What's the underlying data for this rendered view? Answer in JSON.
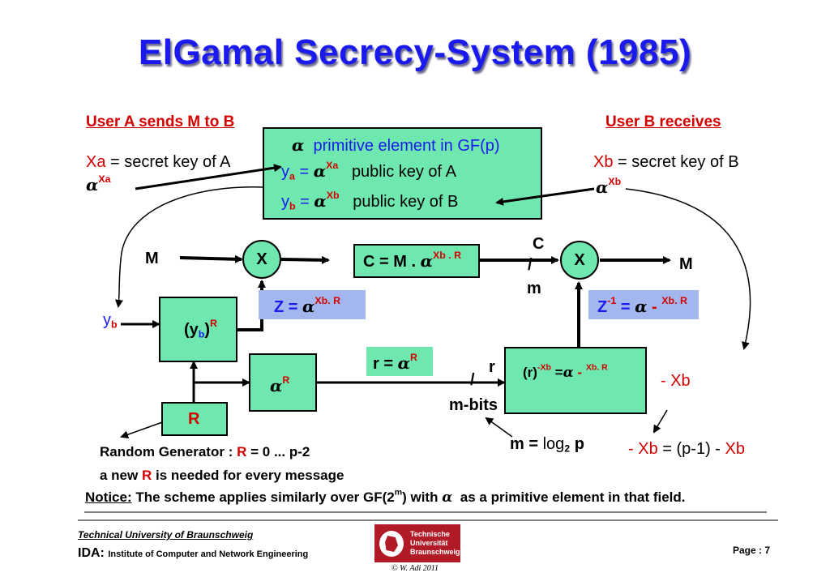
{
  "title": "ElGamal Secrecy-System (1985)",
  "user_a": {
    "heading": "User A sends M  to B",
    "secret_key_var": "Xa",
    "secret_key_text": "= secret key of A",
    "alpha_exp": "Xa"
  },
  "user_b": {
    "heading": "User B receives",
    "secret_key_var": "Xb",
    "secret_key_text": "= secret key of B",
    "alpha_exp": "Xb"
  },
  "public_box": {
    "line1": "primitive element in GF(p)",
    "ya_y": "y",
    "ya_sub": "a",
    "ya_exp": "Xa",
    "ya_text": "public key of A",
    "yb_y": "y",
    "yb_sub": "b",
    "yb_exp": "Xb",
    "yb_text": "public key of B"
  },
  "alpha_symbol": "α",
  "multiply_symbol": "X",
  "eq": "=",
  "m_in": "M",
  "m_out": "M",
  "cipher_label": "C = M .",
  "cipher_exp": "Xb . R",
  "c_top": "C",
  "slash": "/",
  "m_small": "m",
  "z_label": "Z =",
  "z_exp": "Xb. R",
  "zinv_z": "Z",
  "zinv_sup": "-1",
  "zinv_eq": "=",
  "zinv_minus": "-",
  "zinv_exp": "Xb. R",
  "yb_in_y": "y",
  "yb_in_sub": "b",
  "ybr_open": "(y",
  "ybr_sub": "b",
  "ybr_close": ")",
  "ybr_exp": "R",
  "alpha_r_exp": "R",
  "r_label": "r =",
  "r_exp": "R",
  "r_small": "r",
  "m_bits": "m-bits",
  "rinv_r": "(r)",
  "rinv_exp1": "-Xb",
  "rinv_eq": "=",
  "rinv_minus": "-",
  "rinv_exp2": "Xb. R",
  "minus_xb": "- Xb",
  "r_box": "R",
  "m_log_pre": "m =",
  "m_log_fn": "log",
  "m_log_sub": "2",
  "m_log_post": "p",
  "xb_identity": {
    "left_minus": "-",
    "left_var": "Xb",
    "middle": "= (p-1) -",
    "right_var": "Xb"
  },
  "random_gen": {
    "prefix": "Random Generator :",
    "var": "R",
    "suffix": "= 0 ... p-2",
    "line2_prefix": "a new",
    "line2_var": "R",
    "line2_suffix": "is needed for every message"
  },
  "notice": {
    "label": "Notice:",
    "text_before": "The scheme applies similarly  over GF(2",
    "sup": "m",
    "text_after": ") with",
    "text_end": "as a primitive element in that field."
  },
  "footer": {
    "university": "Technical University of Braunschweig",
    "ida": "IDA:",
    "institute": "Institute of Computer and Network Engineering",
    "page": "Page :  7",
    "copyright": "© W. Adi 2011",
    "logo_line1": "Technische",
    "logo_line2": "Universität",
    "logo_line3": "Braunschweig"
  },
  "colors": {
    "title": "#1a1aee",
    "accent_red": "#d40000",
    "box_green": "#6fe8b0",
    "label_blue": "#a4b6ee",
    "logo_red": "#b11b27"
  }
}
